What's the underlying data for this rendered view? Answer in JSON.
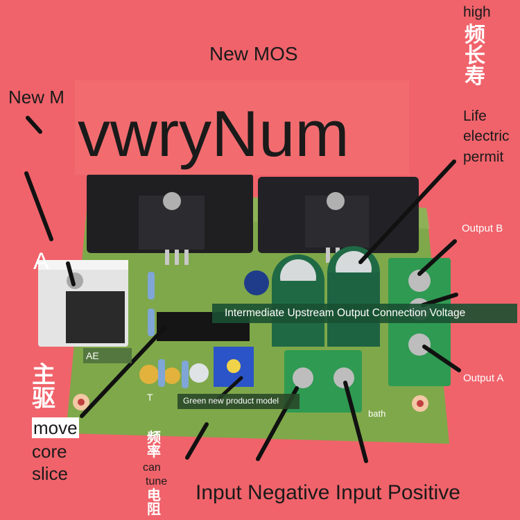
{
  "labels": {
    "new_mos_top": "New MOS",
    "new_mos_left": "New M",
    "banner": "vwryNum",
    "a_label": "A",
    "high": "high",
    "long_life_chars": [
      "频",
      "长",
      "寿"
    ],
    "life": "Life",
    "electric": "electric",
    "permit": "permit",
    "output_b": "Output B",
    "output_a": "Output A",
    "intermediate": "Intermediate Upstream Output Connection Voltage",
    "ae": "AE",
    "t_label": "T",
    "green_model": "Green new product model",
    "bath": "bath",
    "main_drive_chars": [
      "主",
      "驱"
    ],
    "move": "move",
    "core": "core",
    "slice": "slice",
    "freq_chars": [
      "频",
      "率"
    ],
    "can": "can",
    "tune": "tune",
    "resistor_chars": [
      "电",
      "阻"
    ],
    "input_text": "Input Negative Input Positive"
  },
  "colors": {
    "background": "#f0636b",
    "pcb": "#7fa84a",
    "heatsink": "#1f1f22",
    "banner": "#f26c6f",
    "terminal": "#2f9a52",
    "capacitor": "#1f6a45"
  }
}
